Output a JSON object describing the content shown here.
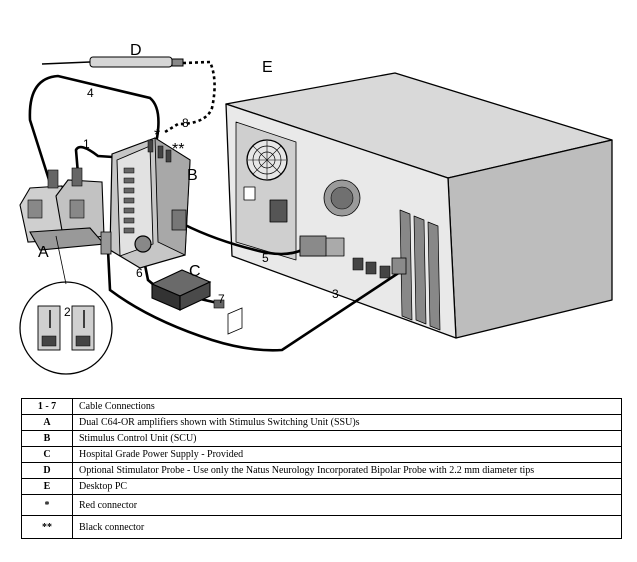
{
  "diagram": {
    "labels": {
      "A": "A",
      "B": "B",
      "C": "C",
      "D": "D",
      "E": "E",
      "c1": "1",
      "c2": "2",
      "c3": "3",
      "c4": "4",
      "c5": "5",
      "c6": "6",
      "c7": "7",
      "c8": "8",
      "red": "*",
      "black": "**"
    }
  },
  "legend": {
    "rows": [
      {
        "key": "1 - 7",
        "desc": "Cable Connections"
      },
      {
        "key": "A",
        "desc": "Dual C64-OR amplifiers shown with Stimulus Switching Unit (SSU)s"
      },
      {
        "key": "B",
        "desc": "Stimulus Control Unit (SCU)"
      },
      {
        "key": "C",
        "desc": "Hospital Grade Power Supply - Provided"
      },
      {
        "key": "D",
        "desc": "Optional Stimulator Probe - Use only the Natus Neurology Incorporated Bipolar Probe with 2.2 mm diameter tips"
      },
      {
        "key": "E",
        "desc": "Desktop PC"
      },
      {
        "key": "*",
        "desc": "Red connector"
      },
      {
        "key": "**",
        "desc": "Black connector"
      }
    ]
  }
}
